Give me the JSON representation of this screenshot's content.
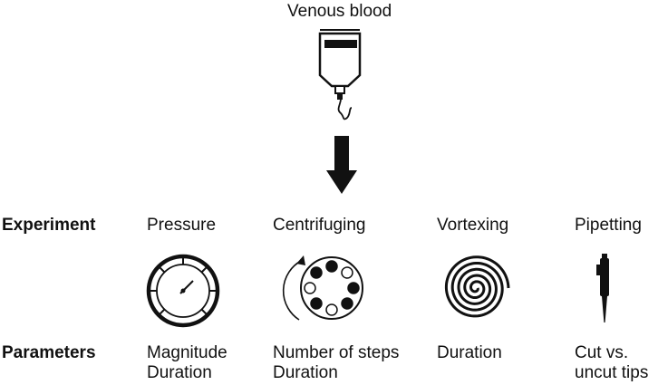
{
  "source": {
    "label": "Venous blood"
  },
  "rows": {
    "experiment": "Experiment",
    "parameters": "Parameters"
  },
  "columns": [
    {
      "experiment": "Pressure",
      "icon": "pressure-gauge-icon",
      "parameters": "Magnitude\nDuration"
    },
    {
      "experiment": "Centrifuging",
      "icon": "centrifuge-rotor-icon",
      "parameters": "Number of steps\nDuration"
    },
    {
      "experiment": "Vortexing",
      "icon": "vortex-spiral-icon",
      "parameters": "Duration"
    },
    {
      "experiment": "Pipetting",
      "icon": "pipette-icon",
      "parameters": "Cut vs.\nuncut tips"
    }
  ],
  "colors": {
    "ink": "#111111",
    "background": "#ffffff"
  }
}
